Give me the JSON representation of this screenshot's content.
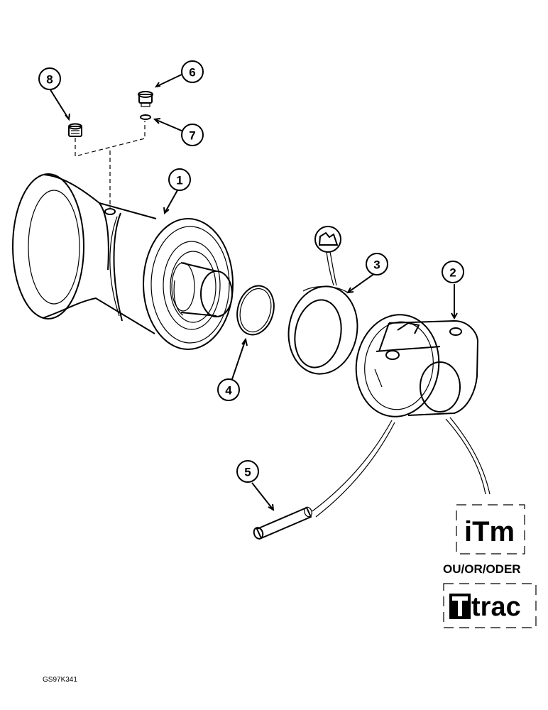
{
  "callouts": {
    "c1": "1",
    "c2": "2",
    "c3": "3",
    "c4": "4",
    "c5": "5",
    "c6": "6",
    "c7": "7",
    "c8": "8"
  },
  "logos": {
    "itm": "iTm",
    "separator": "OU/OR/ODER",
    "trac": "trac"
  },
  "drawing_code": "GS97K341"
}
